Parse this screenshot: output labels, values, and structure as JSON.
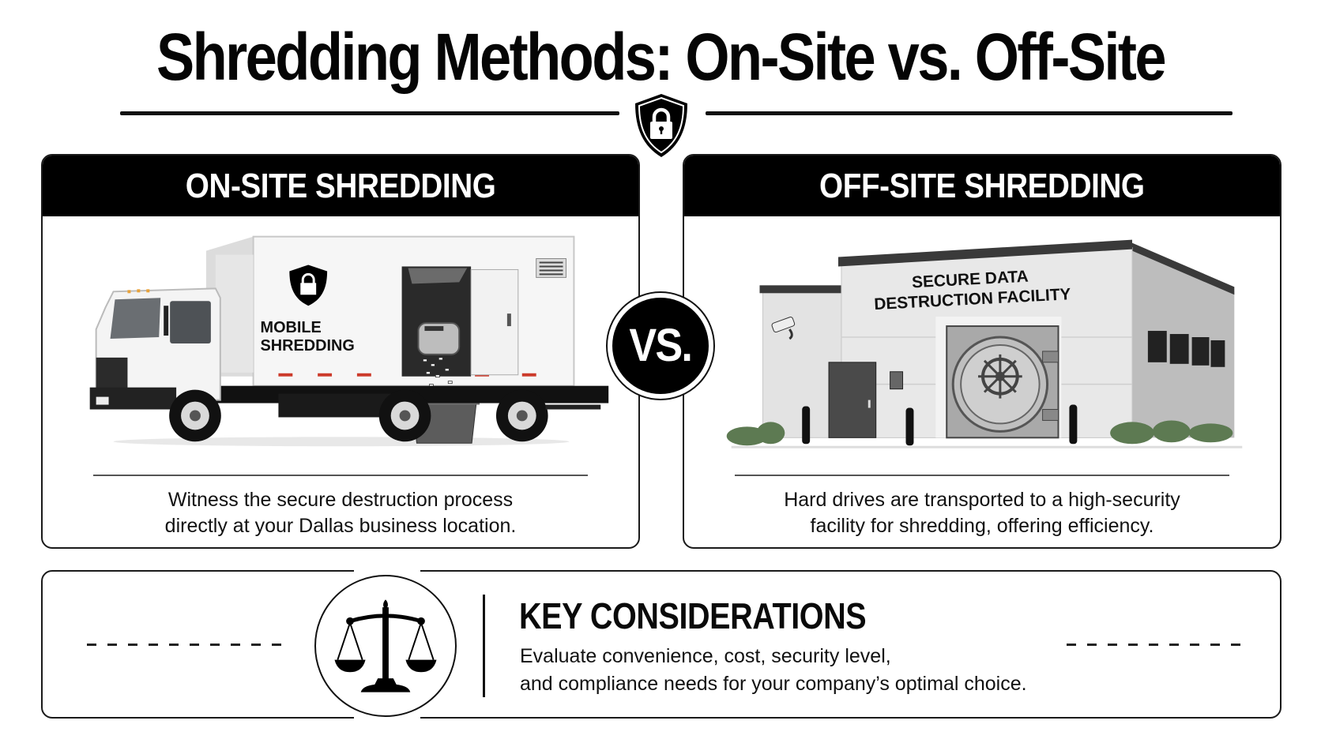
{
  "header": {
    "title": "Shredding Methods: On-Site vs. Off-Site",
    "icon": "shield-lock-icon"
  },
  "cards": [
    {
      "id": "on-site",
      "heading": "ON-SITE SHREDDING",
      "illustration": "mobile-shredding-truck",
      "illustration_labels": [
        "MOBILE",
        "SHREDDING"
      ],
      "description_lines": [
        "Witness the secure destruction process",
        "directly at your Dallas business location."
      ]
    },
    {
      "id": "off-site",
      "heading": "OFF-SITE SHREDDING",
      "illustration": "secure-facility-building",
      "illustration_labels": [
        "SECURE DATA",
        "DESTRUCTION FACILITY"
      ],
      "description_lines": [
        "Hard drives are transported to a high-security",
        "facility for shredding, offering efficiency."
      ]
    }
  ],
  "versus": {
    "label": "VS."
  },
  "key_considerations": {
    "icon": "scales-of-justice-icon",
    "title": "KEY CONSIDERATIONS",
    "lines": [
      "Evaluate convenience, cost, security level,",
      "and compliance needs for your company’s optimal choice."
    ]
  },
  "colors": {
    "primary": "#000000",
    "background": "#ffffff",
    "border": "#1a1a1a",
    "text": "#111111",
    "shrub": "#5d7a52"
  }
}
